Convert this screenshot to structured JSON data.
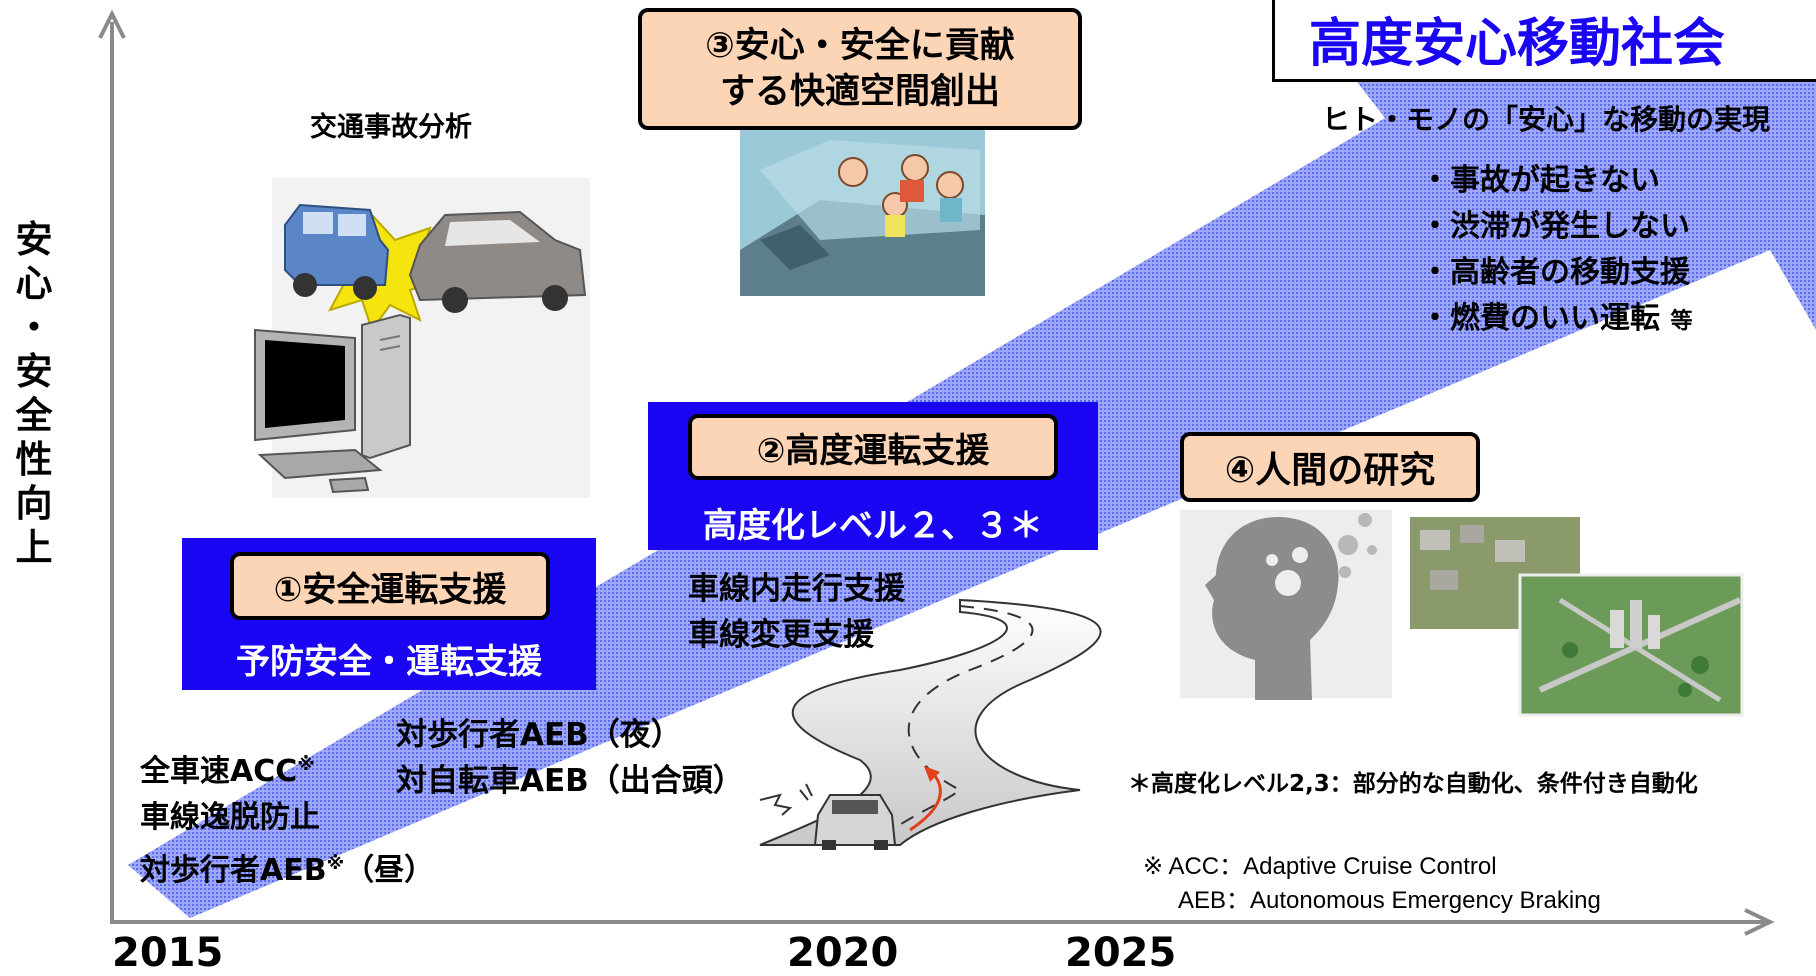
{
  "y_axis_label": "安心・安全性向上",
  "x_axis_years": [
    "2015",
    "2020",
    "2025"
  ],
  "goal": {
    "title": "高度安心移動社会",
    "subtitle": "ヒト・モノの「安心」な移動の実現",
    "items": [
      "・事故が起きない",
      "・渋滞が発生しない",
      "・高齢者の移動支援",
      "・燃費のいい運転"
    ],
    "items_suffix": "等"
  },
  "stage1": {
    "title": "①安全運転支援",
    "subtitle": "予防安全・運転支援"
  },
  "stage2": {
    "title": "②高度運転支援",
    "subtitle": "高度化レベル２、３＊",
    "features": [
      "車線内走行支援",
      "車線変更支援"
    ]
  },
  "stage3": {
    "title_line1": "③安心・安全に貢献",
    "title_line2": "する快適空間創出"
  },
  "stage4": {
    "title": "④人間の研究"
  },
  "accident_analysis": "交通事故分析",
  "features_2015": {
    "line1": "全車速ACC",
    "line1_mark": "※",
    "line2": "車線逸脱防止",
    "line3_main": "対歩行者AEB",
    "line3_mark": "※",
    "line3_suffix": "（昼）"
  },
  "features_mid": [
    "対歩行者AEB（夜）",
    "対自転車AEB（出合頭）"
  ],
  "notes": {
    "level_note": "＊高度化レベル2,3：部分的な自動化、条件付き自動化",
    "acc_note": "※ ACC：Adaptive Cruise Control",
    "aeb_note": "AEB：Autonomous Emergency Braking"
  }
}
